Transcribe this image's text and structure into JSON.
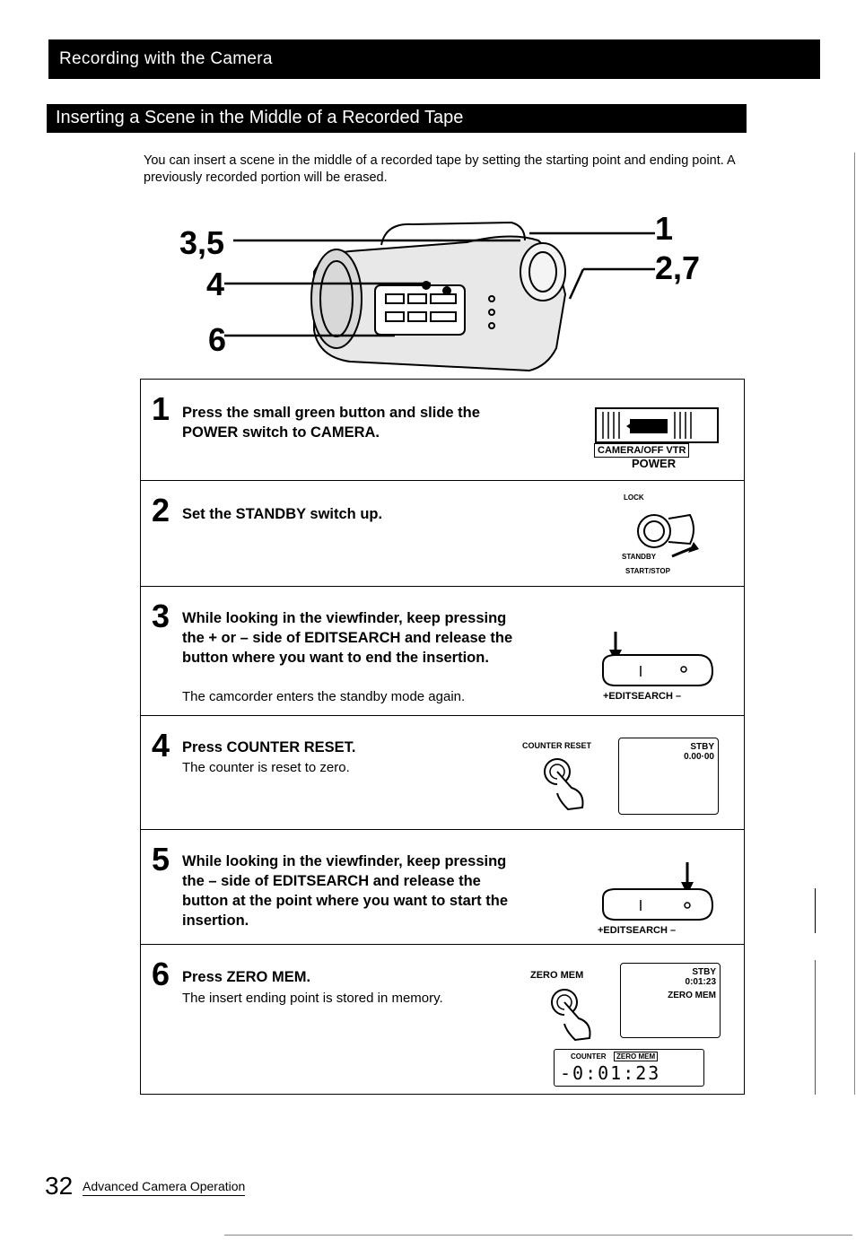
{
  "header": {
    "section_title": "Recording with the Camera",
    "subsection_title": "Inserting a Scene in the Middle of a Recorded Tape"
  },
  "intro": "You can insert a scene in the middle of a recorded tape by setting the starting point and ending point. A previously recorded portion will be erased.",
  "figure": {
    "callouts": [
      "3,5",
      "4",
      "6",
      "1",
      "2,7"
    ]
  },
  "steps": [
    {
      "num": "1",
      "title": "Press the small green button and slide the POWER switch to CAMERA.",
      "note": "",
      "labels": {
        "switch": "CAMERA/OFF VTR",
        "power": "POWER"
      }
    },
    {
      "num": "2",
      "title": "Set the STANDBY switch up.",
      "note": "",
      "labels": {
        "lock": "LOCK",
        "standby": "STANDBY",
        "start_stop": "START/STOP"
      }
    },
    {
      "num": "3",
      "title": "While looking in the viewfinder, keep pressing the + or – side of EDITSEARCH and release the button where you want to end the insertion.",
      "note": "The camcorder enters the standby mode again.",
      "labels": {
        "editsearch": "+EDITSEARCH –"
      }
    },
    {
      "num": "4",
      "title": "Press COUNTER RESET.",
      "note": "The counter is reset to zero.",
      "labels": {
        "button": "COUNTER RESET",
        "stby": "STBY",
        "counter": "0.00·00"
      }
    },
    {
      "num": "5",
      "title": "While looking in the viewfinder, keep pressing the – side of EDITSEARCH and release the button at the point where you want to start the insertion.",
      "note": "",
      "labels": {
        "editsearch": "+EDITSEARCH –"
      }
    },
    {
      "num": "6",
      "title": "Press ZERO MEM.",
      "note": "The insert ending point is stored in memory.",
      "labels": {
        "button": "ZERO MEM",
        "stby": "STBY",
        "counter": "0:01:23",
        "zero_mem": "ZERO MEM",
        "lcd_counter": "COUNTER",
        "lcd_zero": "ZERO MEM",
        "lcd_digits": "-0:01:23"
      }
    }
  ],
  "footer": {
    "page_number": "32",
    "section": "Advanced Camera Operation"
  }
}
